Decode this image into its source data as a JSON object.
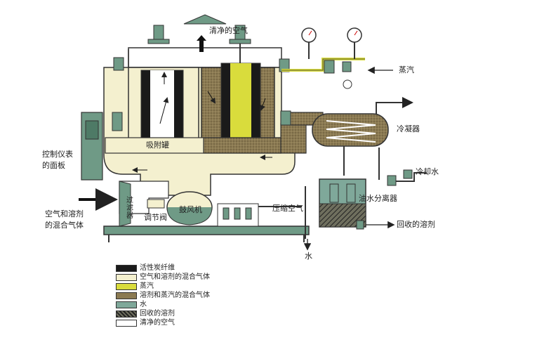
{
  "labels": {
    "clean_air_top": "清净的空气",
    "steam": "蒸汽",
    "condenser": "冷凝器",
    "cooling_water": "冷却水",
    "control_panel": "控制仪表\n的面板",
    "adsorption_tank": "吸附罐",
    "air_solvent_mix": "空气和溶剂\n的混合气体",
    "filter": "过滤器",
    "regulating_valve": "调节阀",
    "blower": "鼓风机",
    "compressed_air": "压缩空气",
    "water_separator": "油水分离器",
    "recovered_solvent": "回收的溶剂",
    "water": "水"
  },
  "legend": [
    {
      "label": "活性炭纤维",
      "color": "#1a1a1a",
      "pattern": "solid"
    },
    {
      "label": "空气和溶剂的混合气体",
      "color": "#f4f0cf",
      "pattern": "solid"
    },
    {
      "label": "蒸汽",
      "color": "#d9dc3c",
      "pattern": "solid"
    },
    {
      "label": "溶剂和蒸汽的混合气体",
      "color": "#8b7a52",
      "pattern": "solid"
    },
    {
      "label": "水",
      "color": "#7fa89a",
      "pattern": "solid"
    },
    {
      "label": "回收的溶剂",
      "color": "#4a4a3a",
      "pattern": "hatch"
    },
    {
      "label": "清净的空气",
      "color": "#ffffff",
      "pattern": "solid"
    }
  ],
  "colors": {
    "equipment_green": "#5f8f7a",
    "mix_gas": "#f4f0cf",
    "steam": "#d9dc3c",
    "solvent_steam": "#8b7a52",
    "carbon": "#1a1a1a",
    "water": "#7fa89a",
    "outline": "#333333"
  }
}
